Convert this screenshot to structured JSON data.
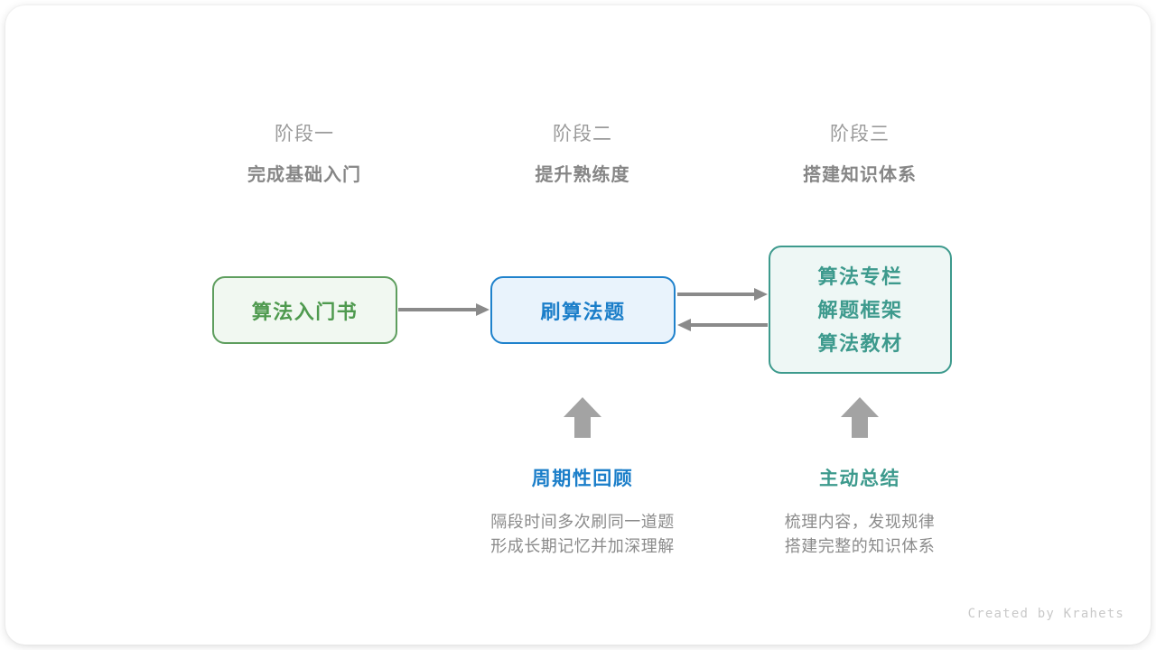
{
  "stages": [
    {
      "name": "阶段一",
      "goal": "完成基础入门"
    },
    {
      "name": "阶段二",
      "goal": "提升熟练度"
    },
    {
      "name": "阶段三",
      "goal": "搭建知识体系"
    }
  ],
  "nodes": {
    "intro": {
      "label": "算法入门书",
      "color": "#4f9a4f",
      "border": "#5e9e5e",
      "fill": "#f1f8f1"
    },
    "practice": {
      "label": "刷算法题",
      "color": "#1b7ec9",
      "border": "#1f82cc",
      "fill": "#e9f3fc"
    },
    "system": {
      "lines": [
        "算法专栏",
        "解题框架",
        "算法教材"
      ],
      "color": "#3d9a8d",
      "border": "#3d9a8d",
      "fill": "#eef7f5"
    }
  },
  "annotations": [
    {
      "title": "周期性回顾",
      "color": "#1b7ec9",
      "desc": [
        "隔段时间多次刷同一道题",
        "形成长期记忆并加深理解"
      ]
    },
    {
      "title": "主动总结",
      "color": "#3d9a8d",
      "desc": [
        "梳理内容，发现规律",
        "搭建完整的知识体系"
      ]
    }
  ],
  "credit": "Created by Krahets"
}
